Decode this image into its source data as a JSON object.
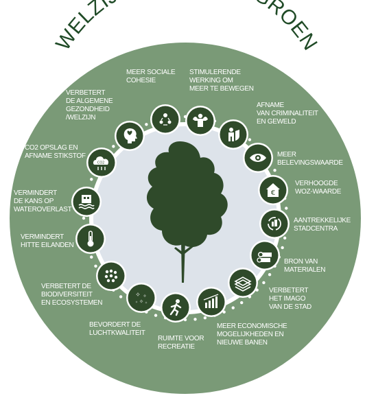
{
  "title": "WELZIJN EFFECTEN GROEN",
  "colors": {
    "ring": "#7a9a77",
    "ring_border": "#ffffff",
    "inner": "#dde3ea",
    "tree": "#2f4a2a",
    "badge": "#2f4a2a",
    "label": "#ffffff",
    "title": "#1f4a26"
  },
  "effects": [
    {
      "icon": "people-connected-icon",
      "label": "MEER SOCIALE\nCOHESIE"
    },
    {
      "icon": "flexing-person-icon",
      "label": "STIMULERENDE\nWERKING OM\nMEER TE BEWEGEN"
    },
    {
      "icon": "shield-person-icon",
      "label": "AFNAME\nVAN CRIMINALITEIT\nEN GEWELD"
    },
    {
      "icon": "eye-icon",
      "label": "MEER\nBELEVINGSWAARDE"
    },
    {
      "icon": "house-euro-icon",
      "label": "VERHOOGDE\nWOZ-WAARDE"
    },
    {
      "icon": "city-cycle-icon",
      "label": "AANTREKKELIJKE\nSTADCENTRA"
    },
    {
      "icon": "logs-icon",
      "label": "BRON VAN\nMATERIALEN"
    },
    {
      "icon": "stacked-layers-icon",
      "label": "VERBETERT\nHET IMAGO\nVAN DE STAD"
    },
    {
      "icon": "bar-chart-icon",
      "label": "MEER ECONOMISCHE\nMOGELIJKHEDEN EN\nNIEUWE BANEN"
    },
    {
      "icon": "running-person-icon",
      "label": "RUIMTE VOOR\nRECREATIE"
    },
    {
      "icon": "sparkles-icon",
      "label": "BEVORDERT DE\nLUCHTKWALITEIT"
    },
    {
      "icon": "biodiversity-icon",
      "label": "VERBETERT DE\nBIODIVERSITEIT\nEN ECOSYSTEMEN"
    },
    {
      "icon": "thermometer-icon",
      "label": "VERMINDERT\nHITTE EILANDEN"
    },
    {
      "icon": "flooded-building-icon",
      "label": "VERMINDERT\nDE KANS OP\nWATEROVERLAST"
    },
    {
      "icon": "co2-cloud-icon",
      "label": "CO2 OPSLAG EN\nAFNAME STIKSTOF"
    },
    {
      "icon": "head-heart-icon",
      "label": "VERBETERT\nDE ALGEMENE\nGEZONDHEID\n/WELZIJN"
    }
  ]
}
